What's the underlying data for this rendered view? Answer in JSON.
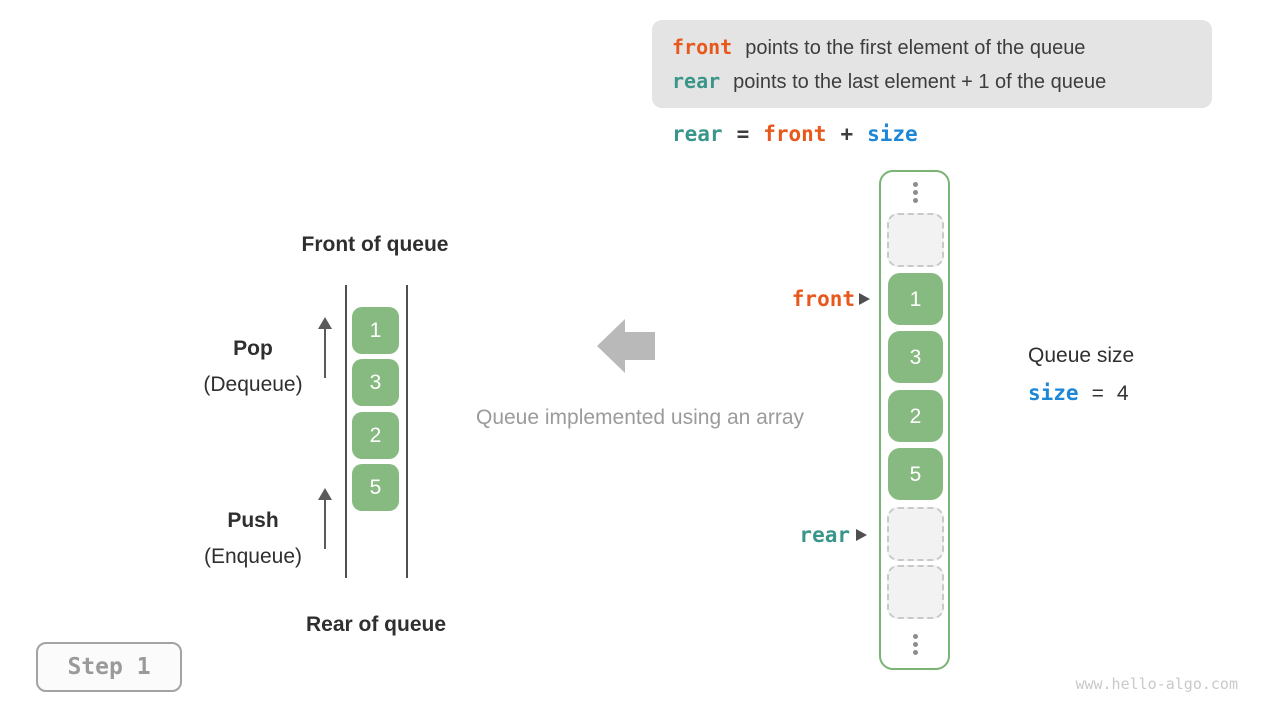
{
  "colors": {
    "front_accent": "#e8581c",
    "rear_accent": "#3a968b",
    "size_accent": "#1d86d6",
    "cell_green": "#87ba80",
    "container_green": "#7ab475",
    "info_box_bg": "#e4e4e4",
    "muted_gray": "#9b9b9b"
  },
  "info_box": {
    "line1_keyword": "front",
    "line1_text": "points to the first element of the queue",
    "line2_keyword": "rear",
    "line2_text": "points to the last element + 1 of the queue"
  },
  "formula": {
    "rear": "rear",
    "eq": "=",
    "front": "front",
    "plus": "+",
    "size": "size"
  },
  "left_diagram": {
    "front_label": "Front of queue",
    "rear_label": "Rear of queue",
    "pop_label": "Pop",
    "pop_sub": "(Dequeue)",
    "push_label": "Push",
    "push_sub": "(Enqueue)",
    "cells": [
      "1",
      "3",
      "2",
      "5"
    ]
  },
  "middle": {
    "caption": "Queue implemented using an array"
  },
  "right_diagram": {
    "front_pointer": "front",
    "rear_pointer": "rear",
    "cells": [
      "1",
      "3",
      "2",
      "5"
    ]
  },
  "queue_size": {
    "label": "Queue size",
    "var": "size",
    "eq": "=",
    "value": "4"
  },
  "step_badge": {
    "label": "Step 1"
  },
  "watermark": {
    "text": "www.hello-algo.com"
  }
}
